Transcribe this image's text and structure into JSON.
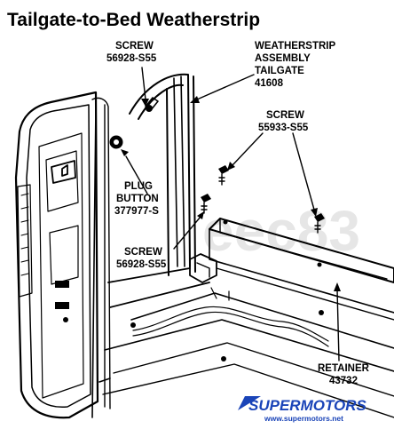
{
  "title": "Tailgate-to-Bed Weatherstrip",
  "watermark": "eec83",
  "callouts": [
    {
      "id": "screw-top",
      "lines": [
        "SCREW",
        "56928-S55"
      ]
    },
    {
      "id": "weatherstrip",
      "lines": [
        "WEATHERSTRIP",
        "ASSEMBLY",
        "TAILGATE",
        "41608"
      ]
    },
    {
      "id": "screw-right",
      "lines": [
        "SCREW",
        "55933-S55"
      ]
    },
    {
      "id": "plug-button",
      "lines": [
        "PLUG",
        "BUTTON",
        "377977-S"
      ]
    },
    {
      "id": "screw-bottom",
      "lines": [
        "SCREW",
        "56928-S55"
      ]
    },
    {
      "id": "retainer",
      "lines": [
        "RETAINER",
        "43732"
      ]
    }
  ],
  "logo": {
    "brand": "SUPERMOTORS",
    "url": "www.supermotors.net"
  }
}
